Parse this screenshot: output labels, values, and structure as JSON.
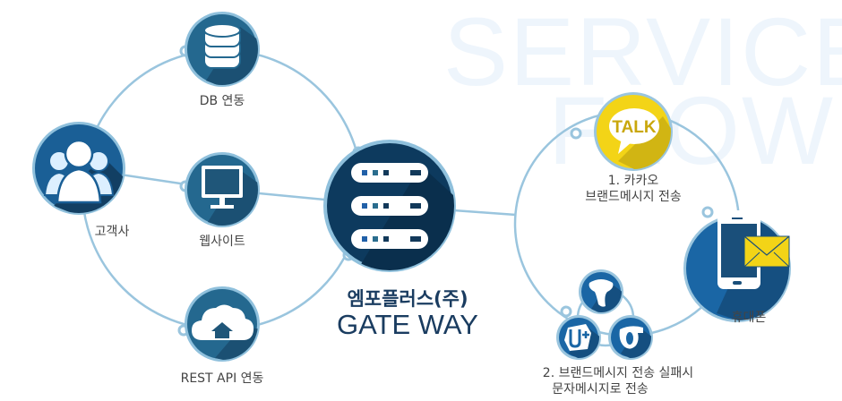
{
  "watermark": {
    "line1": "SERVICE",
    "line2": "FLOW"
  },
  "colors": {
    "node_blue": "#24688f",
    "node_dark": "#0d3a5e",
    "node_shadow": "#1b5073",
    "ring_stroke": "#9ac5de",
    "kakao_yellow": "#f3d417",
    "envelope_yellow": "#f3d417",
    "label_text": "#444444",
    "gateway_text": "#1a3c60",
    "watermark": "#eef5fc"
  },
  "nodes": {
    "db": {
      "label": "DB 연동",
      "icon": "database-icon"
    },
    "customers": {
      "label": "고객사",
      "icon": "users-icon"
    },
    "website": {
      "label": "웹사이트",
      "icon": "monitor-icon"
    },
    "rest_api": {
      "label": "REST API 연동",
      "icon": "cloud-home-icon"
    },
    "gateway": {
      "title_ko": "엠포플러스(주)",
      "title_en": "GATE WAY",
      "icon": "server-icon"
    },
    "kakao": {
      "label_line1": "1. 카카오",
      "label_line2": "브랜드메시지 전송",
      "icon_text": "TALK",
      "icon": "kakao-talk-icon"
    },
    "phone": {
      "label": "휴대폰",
      "icon": "phone-mail-icon"
    },
    "carriers": {
      "label_line1": "2. 브랜드메시지 전송 실패시",
      "label_line2": "문자메시지로 전송",
      "items": [
        {
          "name": "SK Telecom",
          "icon": "skt-icon"
        },
        {
          "name": "LG U+",
          "icon": "lgu-icon",
          "glyph": "U+"
        },
        {
          "name": "KT",
          "icon": "kt-icon"
        }
      ]
    }
  }
}
